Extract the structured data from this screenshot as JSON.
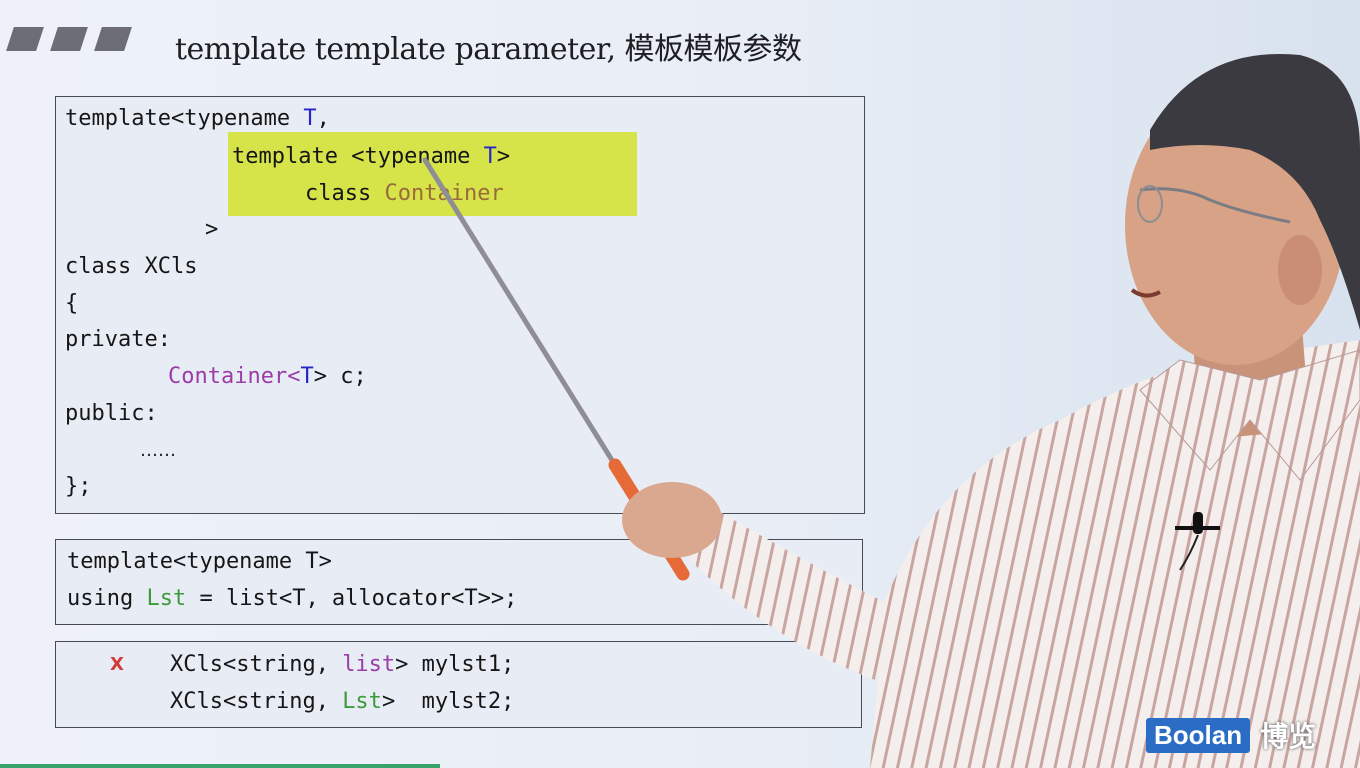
{
  "slide": {
    "title": "template template parameter, 模板模板参数"
  },
  "code_block_1": {
    "line1_a": "template<typename ",
    "line1_T": "T",
    "line1_b": ",",
    "line2_a": "template <typename ",
    "line2_T": "T",
    "line2_b": ">",
    "line3_a": "class ",
    "line3_c": "Container",
    "line4": ">",
    "line5": "class XCls",
    "line6": "{",
    "line7": "private:",
    "line8_a": "Container",
    "line8_b": "<",
    "line8_T": "T",
    "line8_c": "> c;",
    "line9": "public:",
    "line10": "……",
    "line11": "};"
  },
  "code_block_2": {
    "line1": "template<typename T>",
    "line2_a": "using ",
    "line2_lst": "Lst",
    "line2_b": " = list<T, allocator<T>>;"
  },
  "code_block_3": {
    "mark": "X",
    "line1_a": "XCls<string, ",
    "line1_list": "list",
    "line1_b": "> mylst1;",
    "line2_a": "XCls<string, ",
    "line2_lst": "Lst",
    "line2_b": ">  mylst2;"
  },
  "logo": {
    "brand": "Boolan",
    "cn": "博览"
  },
  "colors": {
    "highlight": "#d6e44a",
    "type_param": "#2626c8",
    "container": "#9b3ca8",
    "alias": "#3b9a3b",
    "error_mark": "#d23a3a"
  }
}
